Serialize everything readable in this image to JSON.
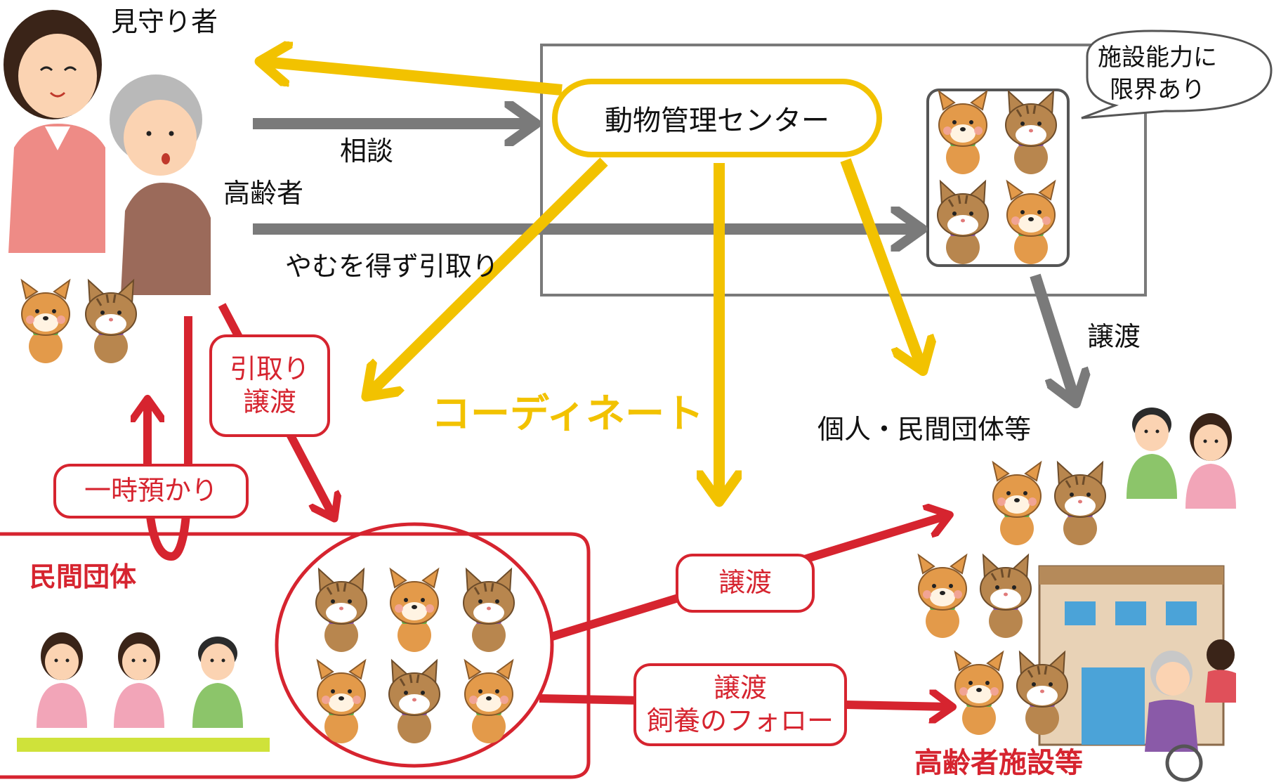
{
  "labels": {
    "guardian": "見守り者",
    "elderly": "高齢者",
    "consult": "相談",
    "unavoidable_takeover": "やむを得ず引取り",
    "center": "動物管理センター",
    "bubble_line1": "施設能力に",
    "bubble_line2": "限界あり",
    "transfer_gray": "譲渡",
    "coordinate": "コーディネート",
    "individuals": "個人・民間団体等",
    "takeover_line1": "引取り",
    "takeover_line2": "譲渡",
    "temporary_care": "一時預かり",
    "private_org": "民間団体",
    "transfer_red": "譲渡",
    "transfer_follow_line1": "譲渡",
    "transfer_follow_line2": "飼養のフォロー",
    "elderly_facility": "高齢者施設等"
  },
  "colors": {
    "yellow": "#f2c200",
    "gray": "#7a7a7a",
    "red": "#d6242f",
    "dog": "#e39a4a",
    "cat": "#b8864e"
  }
}
